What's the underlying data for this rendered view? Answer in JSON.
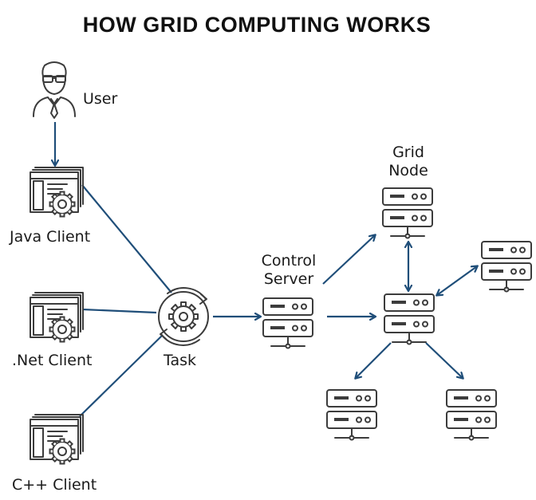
{
  "title": "HOW GRID COMPUTING WORKS",
  "labels": {
    "user": "User",
    "java_client": "Java Client",
    "net_client": ".Net Client",
    "cpp_client": "C++ Client",
    "task": "Task",
    "control_server_line1": "Control",
    "control_server_line2": "Server",
    "grid_node_line1": "Grid",
    "grid_node_line2": "Node"
  },
  "colors": {
    "connector": "#1f4e79",
    "icon": "#3c3c3c",
    "title": "#111111"
  },
  "icons": {
    "user": "user-icon",
    "client": "client-window-icon",
    "task": "task-gear-icon",
    "server": "server-icon"
  }
}
